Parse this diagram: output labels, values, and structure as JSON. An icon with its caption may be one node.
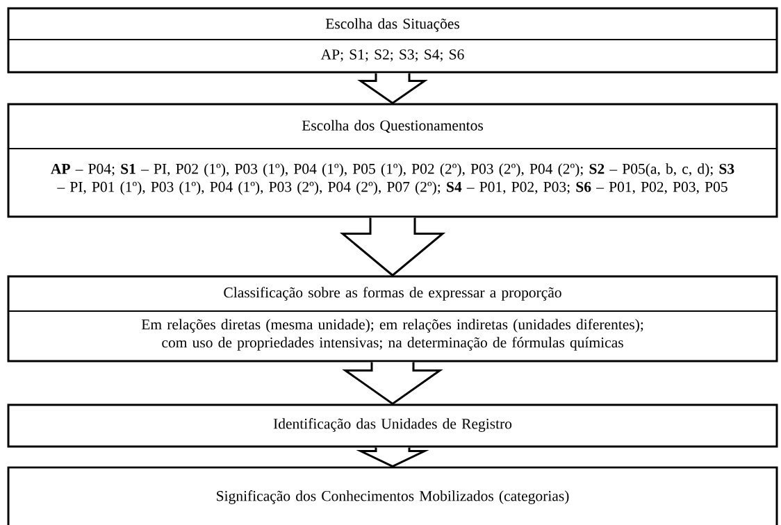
{
  "diagram": {
    "nodes": [
      {
        "text": [
          "Escolha das Situações",
          "AP; S1; S2; S3; S4; S6"
        ]
      },
      {
        "text": [
          "Escolha dos Questionamentos",
          "**AP** – P04; **S1** – PI, P02 (1º), P03 (1º), P04 (1º), P05 (1º), P02 (2º), P03 (2º), P04 (2º); **S2** – P05(a, b, c, d); **S3** – PI, P01 (1º), P03 (1º), P04 (1º), P03 (2º), P04 (2º), P07 (2º); **S4** – P01, P02, P03; **S6** – P01, P02, P03, P05"
        ]
      },
      {
        "text": [
          "Classificação sobre as formas de expressar a proporção",
          "Em relações diretas (mesma unidade); em relações indiretas (unidades diferentes); com uso de propriedades intensivas; na determinação de fórmulas químicas"
        ]
      },
      {
        "text": [
          "Identificação das Unidades de Registro"
        ]
      },
      {
        "text": [
          "Significação dos Conhecimentos Mobilizados (categorias)"
        ]
      }
    ],
    "edges": [
      {
        "from": 0,
        "to": 1,
        "arrow": "to"
      },
      {
        "from": 1,
        "to": 2,
        "arrow": "to"
      },
      {
        "from": 2,
        "to": 3,
        "arrow": "to"
      },
      {
        "from": 3,
        "to": 4,
        "arrow": "to"
      }
    ]
  }
}
